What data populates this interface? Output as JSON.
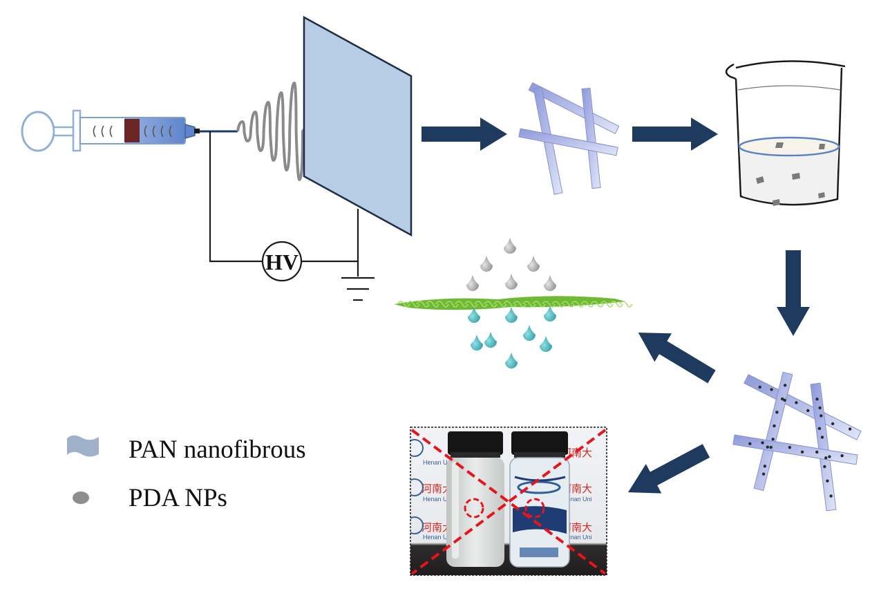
{
  "power_supply": {
    "label": "HV"
  },
  "legend": {
    "items": [
      {
        "label": "PAN nanofibrous",
        "swatch": "fiber-wave-icon"
      },
      {
        "label": "PDA NPs",
        "swatch": "particle-dot-icon"
      }
    ]
  },
  "photo": {
    "background_text": {
      "cn": "河南大",
      "en": "Henan Uni"
    }
  },
  "colors": {
    "arrow": "#1f3a5f",
    "collector": "#b7cde6",
    "fiber": "#a9b3e4",
    "particle": "#2a2a2a",
    "droplet_gray": "#9a9a9a",
    "droplet_teal": "#3aa7ad",
    "membrane": "#7ec242",
    "cross": "#e8141c"
  }
}
